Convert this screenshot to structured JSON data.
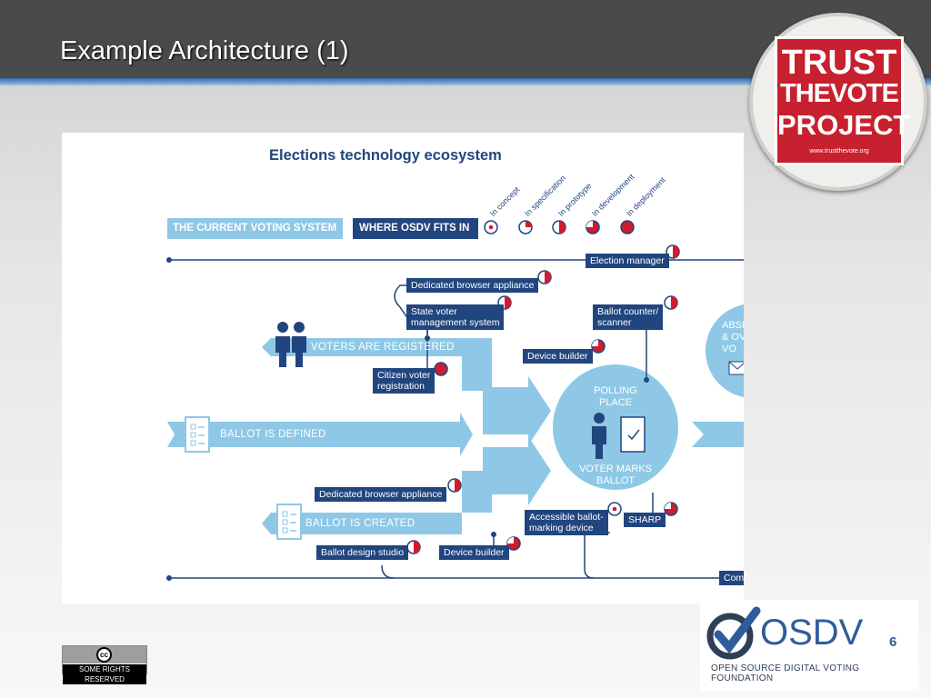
{
  "slide": {
    "title": "Example Architecture (1)",
    "page_number": "6"
  },
  "logo": {
    "line1": "TRUST",
    "line2": "THEVOTE",
    "line3": "PROJECT",
    "url": "www.trustthevote.org"
  },
  "osdv": {
    "name": "OSDV",
    "subtitle": "OPEN SOURCE DIGITAL VOTING FOUNDATION"
  },
  "license": {
    "symbol": "cc",
    "text": "SOME RIGHTS RESERVED"
  },
  "diagram": {
    "title": "Elections technology ecosystem",
    "tag_current": "THE CURRENT VOTING SYSTEM",
    "tag_osdv": "WHERE OSDV FITS IN",
    "stages": [
      "In concept",
      "In specification",
      "In prototype",
      "In development",
      "In deployment"
    ],
    "flows": {
      "voters": "VOTERS ARE REGISTERED",
      "defined": "BALLOT IS DEFINED",
      "created": "BALLOT IS CREATED"
    },
    "center": {
      "top": "POLLING\nPLACE",
      "bottom": "VOTER MARKS\nBALLOT"
    },
    "right_circle": "ABSE\n& OVE\nVO",
    "components": {
      "election_manager": "Election manager",
      "browser_1": "Dedicated browser appliance",
      "state_voter": "State voter\nmanagement system",
      "ballot_counter": "Ballot counter/\nscanner",
      "device_builder_1": "Device builder",
      "citizen_reg": "Citizen voter\nregistration",
      "browser_2": "Dedicated browser appliance",
      "accessible": "Accessible ballot-\nmarking device",
      "sharp": "SHARP",
      "ballot_studio": "Ballot design studio",
      "device_builder_2": "Device builder",
      "com": "Com"
    }
  }
}
